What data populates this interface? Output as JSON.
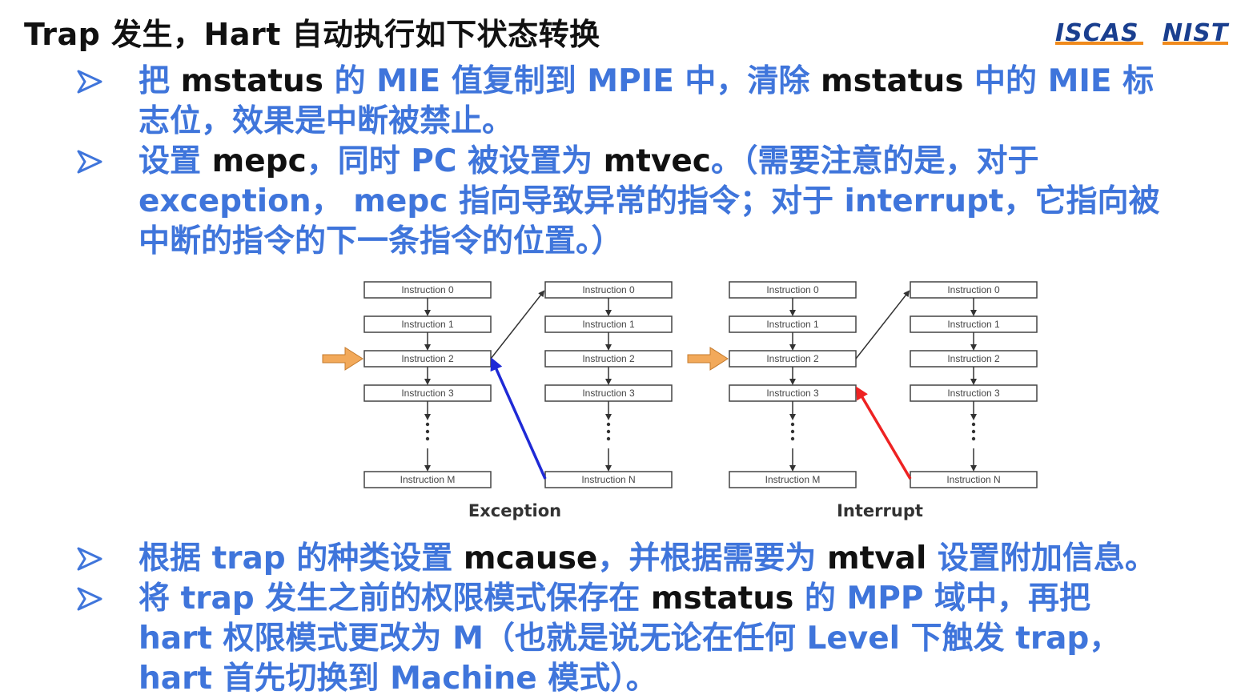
{
  "slide": {
    "title": "Trap 发生，Hart 自动执行如下状态转换",
    "logos": {
      "left": "ISCAS",
      "right": "NIST"
    }
  },
  "bullets": [
    {
      "lines": [
        [
          {
            "t": "把 ",
            "c": "b"
          },
          {
            "t": "mstatus",
            "c": "k"
          },
          {
            "t": " 的 MIE 值复制到 MPIE 中，清除 ",
            "c": "b"
          },
          {
            "t": "mstatus",
            "c": "k"
          },
          {
            "t": " 中的 MIE 标",
            "c": "b"
          }
        ],
        [
          {
            "t": "志位，效果是中断被禁止。",
            "c": "b"
          }
        ]
      ]
    },
    {
      "lines": [
        [
          {
            "t": "设置 ",
            "c": "b"
          },
          {
            "t": "mepc",
            "c": "k"
          },
          {
            "t": "，同时 PC 被设置为 ",
            "c": "b"
          },
          {
            "t": "mtvec",
            "c": "k"
          },
          {
            "t": "。（需要注意的是，对于",
            "c": "b"
          }
        ],
        [
          {
            "t": "exception， mepc 指向导致异常的指令；对于 interrupt，它指向被",
            "c": "b"
          }
        ],
        [
          {
            "t": "中断的指令的下一条指令的位置。）",
            "c": "b"
          }
        ]
      ]
    },
    {
      "lines": [
        [
          {
            "t": "根据 trap 的种类设置 ",
            "c": "b"
          },
          {
            "t": "mcause",
            "c": "k"
          },
          {
            "t": "，并根据需要为 ",
            "c": "b"
          },
          {
            "t": "mtval",
            "c": "k"
          },
          {
            "t": " 设置附加信息。",
            "c": "b"
          }
        ]
      ]
    },
    {
      "lines": [
        [
          {
            "t": "将 trap 发生之前的权限模式保存在 ",
            "c": "b"
          },
          {
            "t": "mstatus",
            "c": "k"
          },
          {
            "t": " 的 MPP 域中，再把",
            "c": "b"
          }
        ],
        [
          {
            "t": "hart 权限模式更改为 M（也就是说无论在任何 Level 下触发 trap，",
            "c": "b"
          }
        ],
        [
          {
            "t": "hart 首先切换到 Machine 模式）。",
            "c": "b"
          }
        ]
      ]
    }
  ],
  "diagram": {
    "panels": [
      {
        "caption": "Exception",
        "left_column": [
          "Instruction 0",
          "Instruction 1",
          "Instruction 2",
          "Instruction 3",
          "Instruction M"
        ],
        "right_column": [
          "Instruction 0",
          "Instruction 1",
          "Instruction 2",
          "Instruction 3",
          "Instruction N"
        ],
        "return_arrow_color": "#1f2ad6"
      },
      {
        "caption": "Interrupt",
        "left_column": [
          "Instruction 0",
          "Instruction 1",
          "Instruction 2",
          "Instruction 3",
          "Instruction M"
        ],
        "right_column": [
          "Instruction 0",
          "Instruction 1",
          "Instruction 2",
          "Instruction 3",
          "Instruction N"
        ],
        "return_arrow_color": "#ee2222"
      }
    ],
    "trigger_arrow_color": "#f2a95a"
  },
  "colors": {
    "accent_text": "#3f75db",
    "keyword_text": "#111111",
    "bullet_arrow": "#3f75db"
  }
}
